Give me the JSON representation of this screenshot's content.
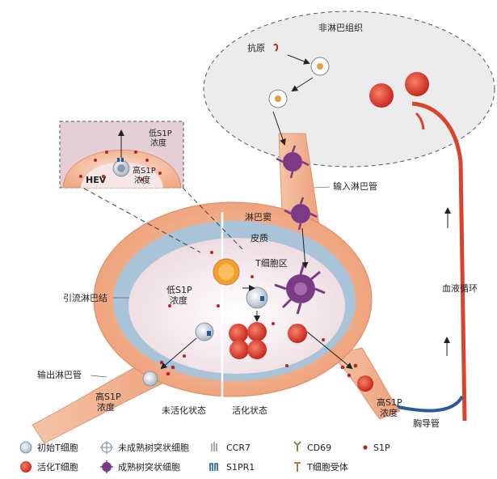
{
  "labels": {
    "non_lymphoid_tissue": "非淋巴组织",
    "antigen": "抗原",
    "afferent_lymphatic": "输入淋巴管",
    "lymph_sinus": "淋巴窦",
    "cortex": "皮质",
    "t_cell_zone": "T细胞区",
    "draining_lymph_node": "引流淋巴结",
    "efferent_lymphatic": "输出淋巴管",
    "low_s1p_node": "低S1P\n浓度",
    "high_s1p_left": "高S1P\n浓度",
    "high_s1p_right": "高S1P\n浓度",
    "inactive_state": "未活化状态",
    "activated_state": "活化状态",
    "blood_circulation": "血液循环",
    "thoracic_duct": "胸导管",
    "inset_low_s1p": "低S1P\n浓度",
    "inset_high_s1p": "高S1P\n浓度",
    "inset_hev": "HEV"
  },
  "legend": [
    {
      "icon": "naive-t-cell-icon",
      "label": "初始T细胞"
    },
    {
      "icon": "immature-dendritic-cell-icon",
      "label": "未成熟树突状细胞"
    },
    {
      "icon": "ccr7-icon",
      "label": "CCR7"
    },
    {
      "icon": "cd69-icon",
      "label": "CD69"
    },
    {
      "icon": "s1p-dot-icon",
      "label": "S1P"
    },
    {
      "icon": "activated-t-cell-icon",
      "label": "活化T细胞"
    },
    {
      "icon": "mature-dendritic-cell-icon",
      "label": "成熟树突状细胞"
    },
    {
      "icon": "s1pr1-icon",
      "label": "S1PR1"
    },
    {
      "icon": "t-cell-receptor-icon",
      "label": "T细胞受体"
    }
  ],
  "colors": {
    "node_outer": "#f2b48e",
    "node_blue": "#a9c4d8",
    "node_inner": "#f6e8ea",
    "tissue": "#ececec",
    "vessel_red": "#d8442e",
    "vessel_blue": "#2a5a9a",
    "s1p": "#b0282a",
    "dc_purple": "#7a3a86"
  }
}
